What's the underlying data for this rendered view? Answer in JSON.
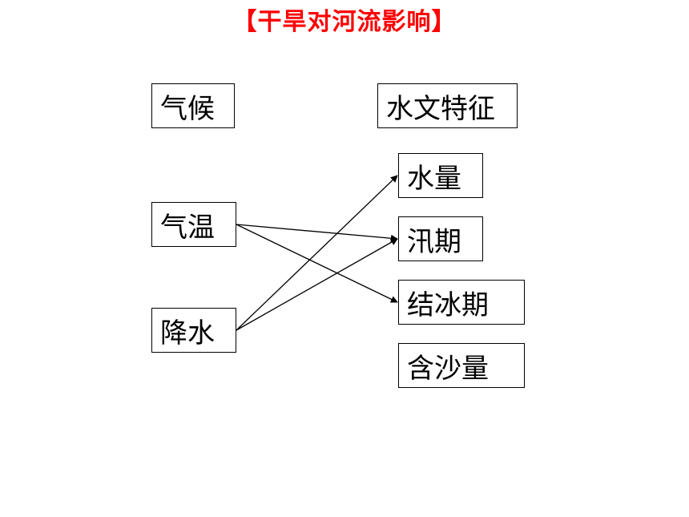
{
  "title": "【干旱对河流影响】",
  "left_boxes": {
    "climate": "气候",
    "temperature": "气温",
    "precipitation": "降水"
  },
  "right_boxes": {
    "hydrology": "水文特征",
    "water_volume": "水量",
    "flood_season": "汛期",
    "freeze_period": "结冰期",
    "sediment": "含沙量"
  },
  "connections": [
    {
      "from": "temperature",
      "to": "flood_season"
    },
    {
      "from": "temperature",
      "to": "freeze_period"
    },
    {
      "from": "precipitation",
      "to": "water_volume"
    },
    {
      "from": "precipitation",
      "to": "flood_season"
    }
  ],
  "colors": {
    "title": "#ff0000",
    "lines": "#000000"
  }
}
